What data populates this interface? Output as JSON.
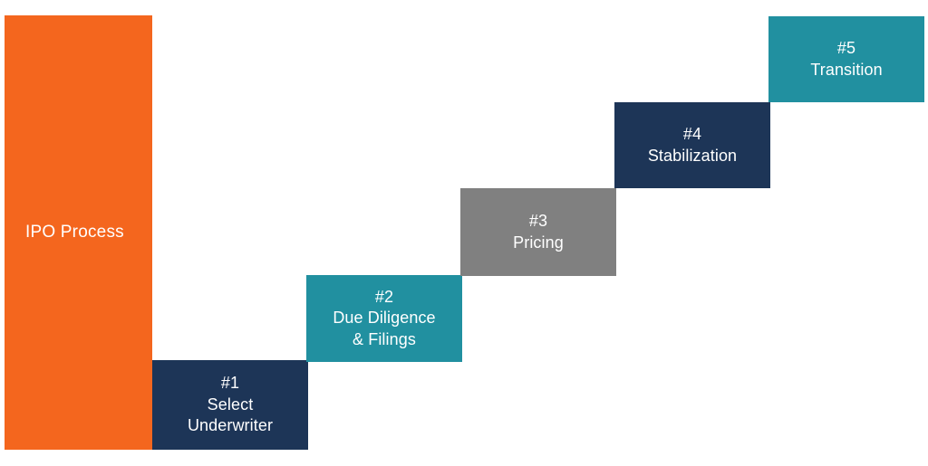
{
  "diagram": {
    "title": "IPO Process",
    "background_color": "#ffffff",
    "base": {
      "label": "IPO Process",
      "color": "#f4661e"
    },
    "steps": [
      {
        "number": "#1",
        "line1": "Select",
        "line2": "Underwriter",
        "color": "#1d3557"
      },
      {
        "number": "#2",
        "line1": "Due Diligence",
        "line2": "& Filings",
        "color": "#2190a0"
      },
      {
        "number": "#3",
        "line1": "Pricing",
        "line2": "",
        "color": "#808080"
      },
      {
        "number": "#4",
        "line1": "Stabilization",
        "line2": "",
        "color": "#1d3557"
      },
      {
        "number": "#5",
        "line1": "Transition",
        "line2": "",
        "color": "#2190a0"
      }
    ]
  }
}
